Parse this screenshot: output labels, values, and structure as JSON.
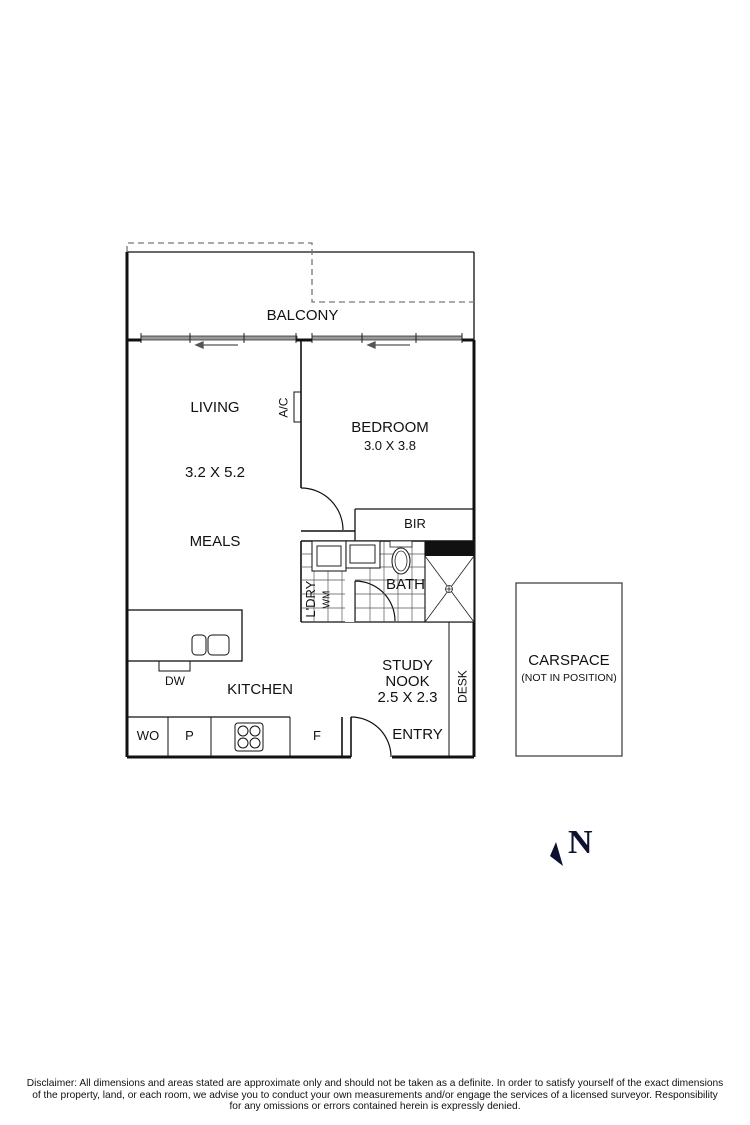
{
  "floor_plan": {
    "rooms": {
      "balcony": {
        "label": "BALCONY"
      },
      "living": {
        "label": "LIVING",
        "dimensions": "3.2 X 5.2"
      },
      "meals": {
        "label": "MEALS"
      },
      "bedroom": {
        "label": "BEDROOM",
        "dimensions": "3.0 X 3.8"
      },
      "bir": {
        "label": "BIR"
      },
      "bath": {
        "label": "BATH"
      },
      "laundry": {
        "label": "L'DRY"
      },
      "kitchen": {
        "label": "KITCHEN"
      },
      "study_nook": {
        "label_line1": "STUDY",
        "label_line2": "NOOK",
        "dimensions": "2.5 X 2.3"
      },
      "entry": {
        "label": "ENTRY"
      }
    },
    "fixtures": {
      "ac": "A/C",
      "washing_machine": "WM",
      "dishwasher": "DW",
      "wall_oven": "WO",
      "pantry": "P",
      "fridge": "F",
      "desk": "DESK"
    },
    "carspace": {
      "label": "CARSPACE",
      "note": "(NOT IN POSITION)"
    },
    "north_arrow": {
      "label": "N"
    }
  },
  "disclaimer": {
    "line1": "Disclaimer: All dimensions and areas stated are approximate only and should not be taken as a definite. In order to satisfy yourself of the exact dimensions",
    "line2": "of the property, land, or each room, we advise you to conduct your own measurements and/or engage the services of a licensed surveyor. Responsibility",
    "line3": "for any omissions or errors contained herein is expressly denied."
  },
  "colors": {
    "line": "#111111",
    "dashed": "#777777",
    "window": "#9a9a9a",
    "north": "#0d1230"
  }
}
